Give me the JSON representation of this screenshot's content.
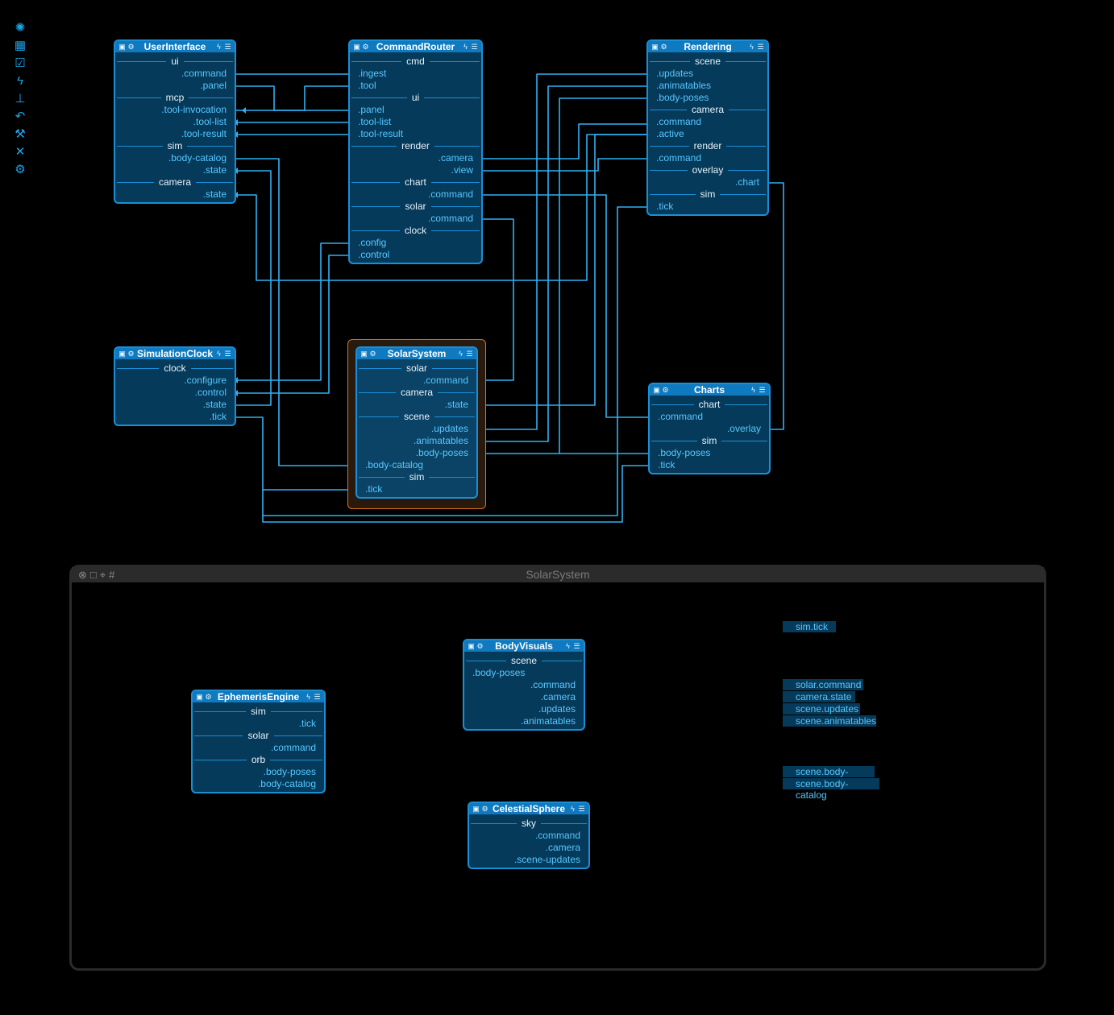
{
  "toolbar": {
    "tools": [
      "network-icon",
      "grid-icon",
      "checklist-icon",
      "bolt-icon",
      "pin-icon",
      "undo-icon",
      "wrench-icon",
      "tools-icon",
      "gear-icon"
    ]
  },
  "colors": {
    "wire": "#2fb1f2",
    "node_bg": "#063a5a",
    "node_border": "#1a8fd6",
    "header": "#0f7ac0",
    "selection": "#e0701a"
  },
  "nodes": {
    "userinterface": {
      "title": "UserInterface",
      "rows": [
        [
          "sec",
          "ui"
        ],
        [
          "out",
          ".command"
        ],
        [
          "out",
          ".panel"
        ],
        [
          "sec",
          "mcp"
        ],
        [
          "out",
          ".tool-invocation"
        ],
        [
          "out",
          ".tool-list"
        ],
        [
          "out",
          ".tool-result"
        ],
        [
          "sec",
          "sim"
        ],
        [
          "out",
          ".body-catalog"
        ],
        [
          "out",
          ".state"
        ],
        [
          "sec",
          "camera"
        ],
        [
          "out",
          ".state"
        ]
      ]
    },
    "commandrouter": {
      "title": "CommandRouter",
      "rows": [
        [
          "sec",
          "cmd"
        ],
        [
          "in",
          ".ingest"
        ],
        [
          "in",
          ".tool"
        ],
        [
          "sec",
          "ui"
        ],
        [
          "in",
          ".panel"
        ],
        [
          "in",
          ".tool-list"
        ],
        [
          "in",
          ".tool-result"
        ],
        [
          "sec",
          "render"
        ],
        [
          "out",
          ".camera"
        ],
        [
          "out",
          ".view"
        ],
        [
          "sec",
          "chart"
        ],
        [
          "out",
          ".command"
        ],
        [
          "sec",
          "solar"
        ],
        [
          "out",
          ".command"
        ],
        [
          "sec",
          "clock"
        ],
        [
          "in",
          ".config"
        ],
        [
          "in",
          ".control"
        ]
      ]
    },
    "rendering": {
      "title": "Rendering",
      "rows": [
        [
          "sec",
          "scene"
        ],
        [
          "in",
          ".updates"
        ],
        [
          "in",
          ".animatables"
        ],
        [
          "in",
          ".body-poses"
        ],
        [
          "sec",
          "camera"
        ],
        [
          "in",
          ".command"
        ],
        [
          "in",
          ".active"
        ],
        [
          "sec",
          "render"
        ],
        [
          "in",
          ".command"
        ],
        [
          "sec",
          "overlay"
        ],
        [
          "out",
          ".chart"
        ],
        [
          "sec",
          "sim"
        ],
        [
          "in",
          ".tick"
        ]
      ]
    },
    "simulationclock": {
      "title": "SimulationClock",
      "rows": [
        [
          "sec",
          "clock"
        ],
        [
          "out",
          ".configure"
        ],
        [
          "out",
          ".control"
        ],
        [
          "out",
          ".state"
        ],
        [
          "out",
          ".tick"
        ]
      ]
    },
    "solarsystem": {
      "title": "SolarSystem",
      "rows": [
        [
          "sec",
          "solar"
        ],
        [
          "out",
          ".command"
        ],
        [
          "sec",
          "camera"
        ],
        [
          "out",
          ".state"
        ],
        [
          "sec",
          "scene"
        ],
        [
          "out",
          ".updates"
        ],
        [
          "out",
          ".animatables"
        ],
        [
          "out",
          ".body-poses"
        ],
        [
          "in",
          ".body-catalog"
        ],
        [
          "sec",
          "sim"
        ],
        [
          "in",
          ".tick"
        ]
      ]
    },
    "charts": {
      "title": "Charts",
      "rows": [
        [
          "sec",
          "chart"
        ],
        [
          "in",
          ".command"
        ],
        [
          "out",
          ".overlay"
        ],
        [
          "sec",
          "sim"
        ],
        [
          "in",
          ".body-poses"
        ],
        [
          "in",
          ".tick"
        ]
      ]
    },
    "bodyvisuals": {
      "title": "BodyVisuals",
      "rows": [
        [
          "sec",
          "scene"
        ],
        [
          "in",
          ".body-poses"
        ],
        [
          "out",
          ".command"
        ],
        [
          "out",
          ".camera"
        ],
        [
          "out",
          ".updates"
        ],
        [
          "out",
          ".animatables"
        ]
      ]
    },
    "ephemerisengine": {
      "title": "EphemerisEngine",
      "rows": [
        [
          "sec",
          "sim"
        ],
        [
          "out",
          ".tick"
        ],
        [
          "sec",
          "solar"
        ],
        [
          "out",
          ".command"
        ],
        [
          "sec",
          "orb"
        ],
        [
          "out",
          ".body-poses"
        ],
        [
          "out",
          ".body-catalog"
        ]
      ]
    },
    "celestialsphere": {
      "title": "CelestialSphere",
      "rows": [
        [
          "sec",
          "sky"
        ],
        [
          "out",
          ".command"
        ],
        [
          "out",
          ".camera"
        ],
        [
          "out",
          ".scene-updates"
        ]
      ]
    }
  },
  "subgraph": {
    "title": "SolarSystem",
    "ports": [
      "sim.tick",
      "solar.command",
      "camera.state",
      "scene.updates",
      "scene.animatables",
      "scene.body-poses",
      "scene.body-catalog"
    ]
  }
}
